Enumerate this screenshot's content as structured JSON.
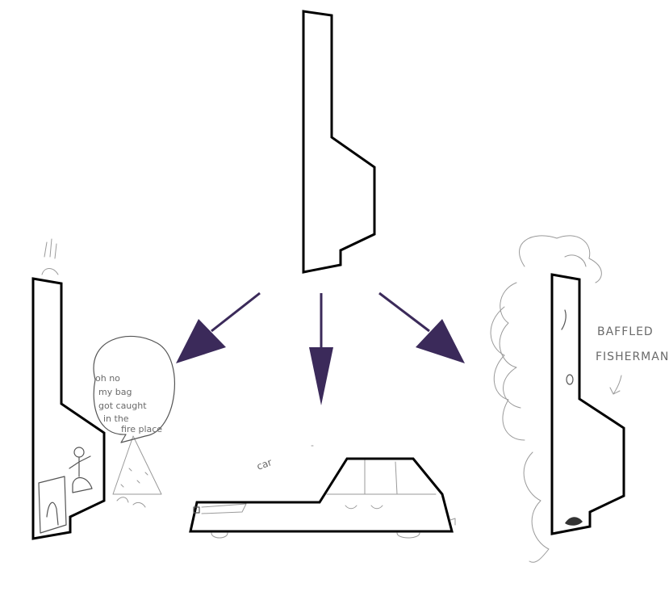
{
  "colors": {
    "arrow": "#3b2a5a",
    "outline": "#000000",
    "sketch": "#9a9a9a"
  },
  "left_panel": {
    "speech_bubble_lines": [
      "oh no",
      "my bag",
      "got caught",
      "in the",
      "fire place"
    ]
  },
  "center_panel": {
    "label": "car"
  },
  "right_panel": {
    "label_lines": [
      "BAFFLED",
      "FISHERMAN"
    ]
  }
}
